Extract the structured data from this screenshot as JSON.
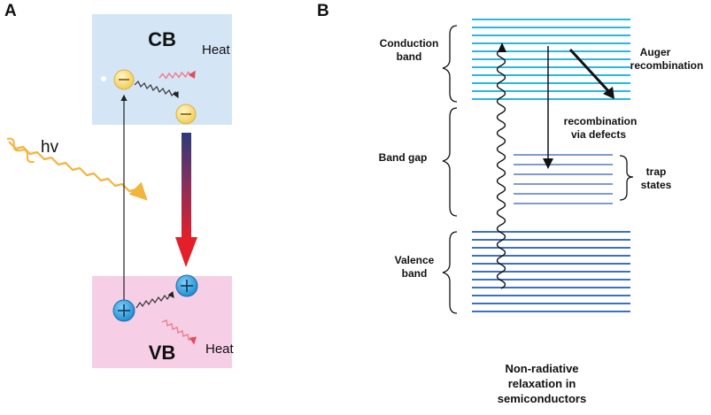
{
  "panel_a": {
    "letter": "A",
    "cb_label": "CB",
    "vb_label": "VB",
    "hv_label": "hv",
    "heat_top_label": "Heat",
    "heat_bottom_label": "Heat",
    "colors": {
      "cb_band": "#d4e5f5",
      "vb_band": "#f6cfe7",
      "electron": "#f3d77a",
      "hole": "#2a9fe0",
      "photon": "#f2b43c",
      "heat": "#f07a8a",
      "gradient_top": "#2b3a7a",
      "gradient_bottom": "#e3202a"
    }
  },
  "panel_b": {
    "letter": "B",
    "conduction_band_label": [
      "Conduction",
      "band"
    ],
    "band_gap_label": "Band gap",
    "valence_band_label": [
      "Valence",
      "band"
    ],
    "auger_label": [
      "Auger",
      "recombination"
    ],
    "defects_label": [
      "recombination",
      "via defects"
    ],
    "trap_label": [
      "trap",
      "states"
    ],
    "caption": [
      "Non-radiative",
      "relaxation in",
      "semiconductors"
    ],
    "colors": {
      "conduction_lines": "#2ab7dc",
      "trap_lines": "#7d9bd4",
      "valence_lines": "#3f6fc4"
    }
  }
}
